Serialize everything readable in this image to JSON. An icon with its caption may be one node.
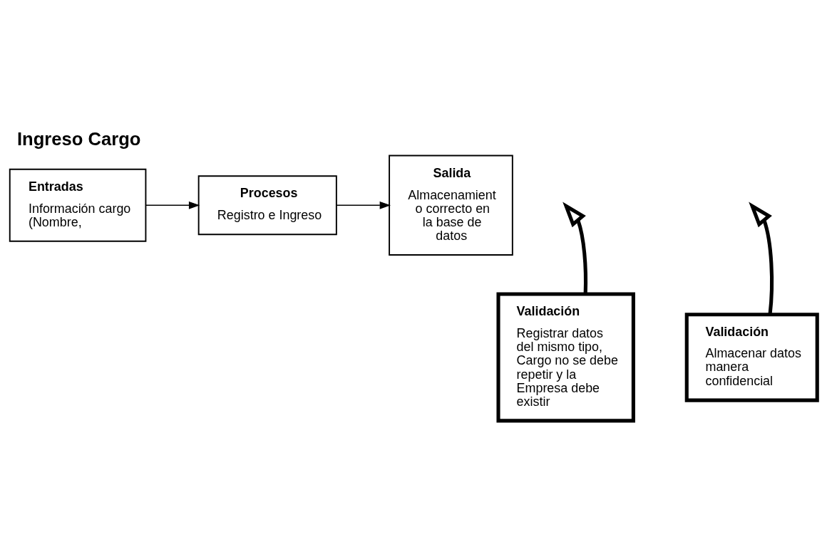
{
  "diagram": {
    "title": "Ingreso Cargo",
    "nodes": [
      {
        "text": [
          "Entradas",
          "Información cargo (Nombre,"
        ]
      },
      {
        "text": [
          "Procesos",
          "Registro e Ingreso"
        ]
      },
      {
        "text": [
          "Salida",
          "Almacenamient o correcto en la base de datos"
        ]
      },
      {
        "text": [
          "Validación",
          "Registrar datos del mismo tipo, Cargo no se debe repetir y la Empresa debe existir"
        ]
      },
      {
        "text": [
          "Validación",
          "Almacenar datos manera confidencial"
        ]
      }
    ],
    "edges": [
      {
        "from": 0,
        "to": 1,
        "arrow": "to"
      },
      {
        "from": 1,
        "to": 2,
        "arrow": "to"
      },
      {
        "from": 3,
        "to": null,
        "arrow": "to",
        "style": "thick"
      },
      {
        "from": 4,
        "to": null,
        "arrow": "to",
        "style": "thick"
      }
    ]
  }
}
